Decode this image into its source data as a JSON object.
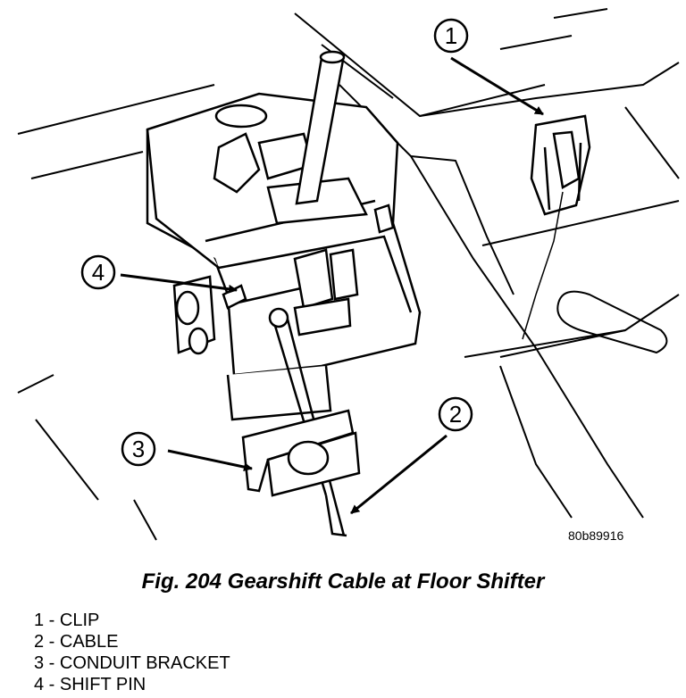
{
  "figure": {
    "image_id": "80b89916",
    "caption": "Fig. 204 Gearshift Cable at Floor Shifter"
  },
  "callouts": [
    {
      "number": "1",
      "label": "CLIP"
    },
    {
      "number": "2",
      "label": "CABLE"
    },
    {
      "number": "3",
      "label": "CONDUIT BRACKET"
    },
    {
      "number": "4",
      "label": "SHIFT PIN"
    }
  ],
  "legend": [
    "1 - CLIP",
    "2 - CABLE",
    "3 - CONDUIT BRACKET",
    "4 - SHIFT PIN"
  ]
}
